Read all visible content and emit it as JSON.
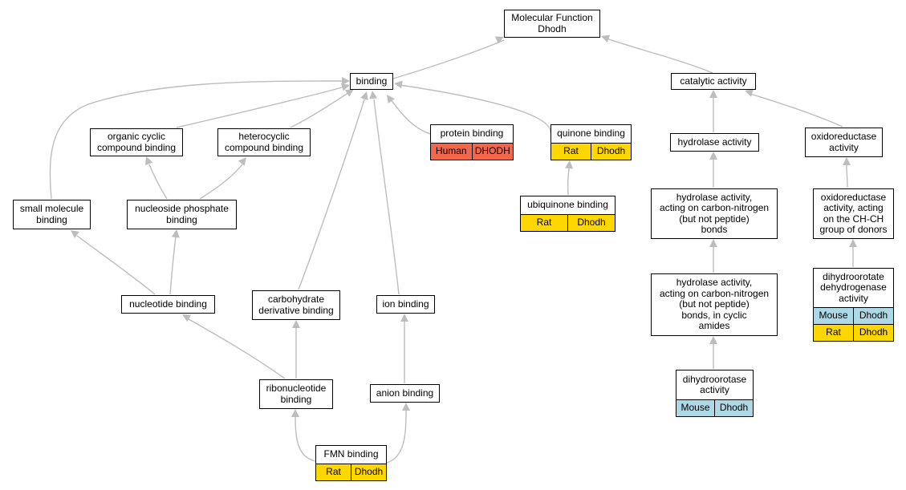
{
  "colors": {
    "human": "#f4664a",
    "rat": "#ffd700",
    "mouse": "#add8e6",
    "edge": "#bdbdbd"
  },
  "nodes": {
    "mf_root": {
      "label": "Molecular Function\nDhodh"
    },
    "binding": {
      "label": "binding"
    },
    "catalytic_activity": {
      "label": "catalytic activity"
    },
    "organic_cyclic": {
      "label": "organic cyclic\ncompound binding"
    },
    "heterocyclic": {
      "label": "heterocyclic\ncompound binding"
    },
    "protein_binding": {
      "label": "protein binding",
      "species": "Human",
      "gene": "DHODH"
    },
    "quinone_binding": {
      "label": "quinone binding",
      "species": "Rat",
      "gene": "Dhodh"
    },
    "hydrolase_activity": {
      "label": "hydrolase activity"
    },
    "oxidoreductase": {
      "label": "oxidoreductase\nactivity"
    },
    "small_molecule": {
      "label": "small molecule\nbinding"
    },
    "nucleoside_phosphate": {
      "label": "nucleoside phosphate\nbinding"
    },
    "ubiquinone_binding": {
      "label": "ubiquinone binding",
      "species": "Rat",
      "gene": "Dhodh"
    },
    "hydrolase_cn": {
      "label": "hydrolase activity,\nacting on carbon-nitrogen\n(but not peptide)\nbonds"
    },
    "oxidoreductase_chch": {
      "label": "oxidoreductase\nactivity, acting\non the CH-CH\ngroup of donors"
    },
    "nucleotide_binding": {
      "label": "nucleotide binding"
    },
    "carbohydrate_deriv": {
      "label": "carbohydrate\nderivative binding"
    },
    "ion_binding": {
      "label": "ion binding"
    },
    "hydrolase_cn_cyclic": {
      "label": "hydrolase activity,\nacting on carbon-nitrogen\n(but not peptide)\nbonds, in cyclic\namides"
    },
    "dhod_activity": {
      "label": "dihydroorotate\ndehydrogenase\nactivity",
      "rows": [
        {
          "species": "Mouse",
          "gene": "Dhodh"
        },
        {
          "species": "Rat",
          "gene": "Dhodh"
        }
      ]
    },
    "ribonucleotide": {
      "label": "ribonucleotide\nbinding"
    },
    "anion_binding": {
      "label": "anion binding"
    },
    "dihydroorotase": {
      "label": "dihydroorotase\nactivity",
      "species": "Mouse",
      "gene": "Dhodh"
    },
    "fmn_binding": {
      "label": "FMN binding",
      "species": "Rat",
      "gene": "Dhodh"
    }
  }
}
